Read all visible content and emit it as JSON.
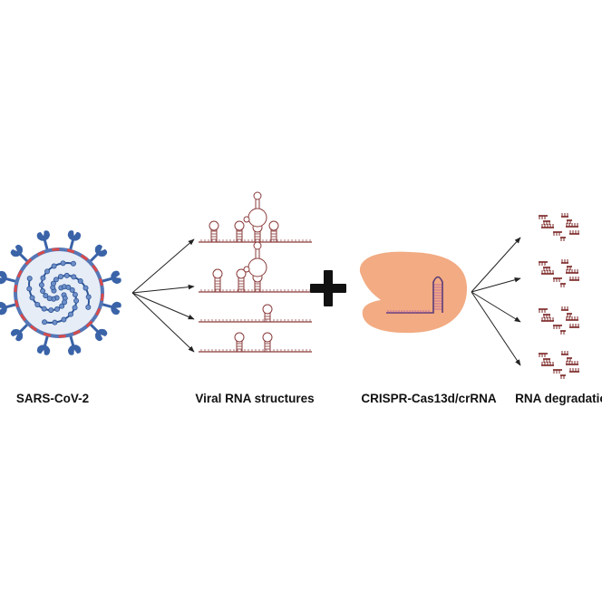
{
  "labels": {
    "virus": "SARS-CoV-2",
    "rna_structures": "Viral RNA structures",
    "crispr": "CRISPR-Cas13d/crRNA",
    "degradation": "RNA degradation"
  },
  "colors": {
    "virus_spike": "#3a63a8",
    "virus_envelope": "#5577b6",
    "virus_core": "#e6edf7",
    "virus_genome": "#2d5597",
    "virus_marker": "#d94a4a",
    "rna": "#8a3b3b",
    "rna_base": "#9d5a5a",
    "cas13d": "#f2ab82",
    "crrna": "#5a3b7a",
    "arrow": "#222222",
    "plus": "#111111",
    "fragment": "#7a2323"
  },
  "icons": [
    "virus-icon",
    "rna-structure-icon",
    "plus-icon",
    "cas13d-protein-icon",
    "rna-fragment-icon",
    "arrow-icon"
  ]
}
